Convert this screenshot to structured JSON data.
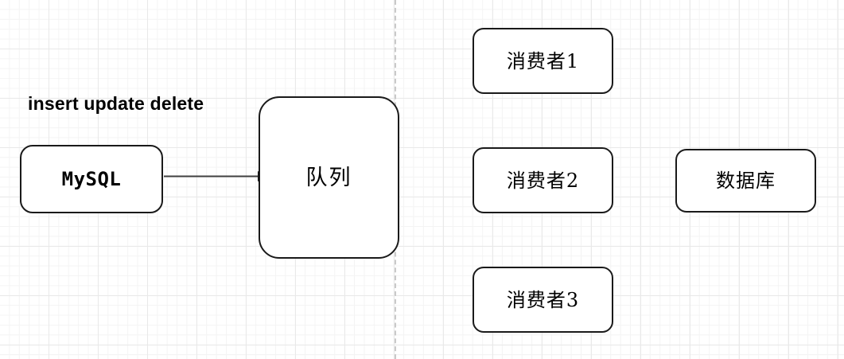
{
  "diagram": {
    "type": "flow-diagram",
    "background": {
      "style": "grid",
      "minor_grid_color": "#f4f4f4",
      "major_grid_color": "#e9e9e9",
      "page_color": "#ffffff"
    },
    "stroke_color": "#1a1a1a",
    "arrow_color": "#404040",
    "guide_color": "#c9c9c9"
  },
  "labels": {
    "operations": "insert update delete"
  },
  "nodes": {
    "mysql": {
      "label": "MySQL",
      "shape": "rounded-rectangle"
    },
    "queue": {
      "label": "队列",
      "shape": "rounded-rectangle"
    },
    "consumer_1": {
      "label": "消费者1",
      "shape": "rounded-rectangle"
    },
    "consumer_2": {
      "label": "消费者2",
      "shape": "rounded-rectangle"
    },
    "consumer_3": {
      "label": "消费者3",
      "shape": "rounded-rectangle"
    },
    "database": {
      "label": "数据库",
      "shape": "rounded-rectangle"
    }
  },
  "connectors": {
    "mysql_to_queue": {
      "from": "mysql",
      "to": "queue",
      "style": "solid",
      "arrowhead": "filled-triangle"
    },
    "vertical_guide": {
      "style": "dashed",
      "orientation": "vertical"
    }
  }
}
